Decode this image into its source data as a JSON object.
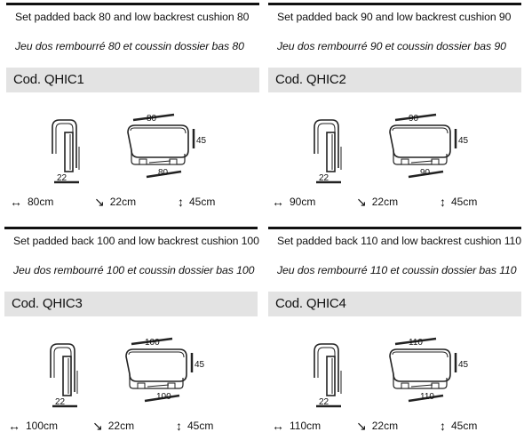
{
  "products": [
    {
      "title": "Set padded back 80 and low backrest cushion 80",
      "subtitle": "Jeu dos rembourré 80 et coussin dossier bas 80",
      "code": "Cod. QHIC1",
      "side_depth_label": "22",
      "top_width_label": "80",
      "bottom_width_label": "80",
      "height_label": "45",
      "width_text": "80cm",
      "depth_text": "22cm",
      "height_text": "45cm"
    },
    {
      "title": "Set padded back 90 and low backrest cushion 90",
      "subtitle": "Jeu dos rembourré 90 et coussin dossier bas 90",
      "code": "Cod. QHIC2",
      "side_depth_label": "22",
      "top_width_label": "90",
      "bottom_width_label": "90",
      "height_label": "45",
      "width_text": "90cm",
      "depth_text": "22cm",
      "height_text": "45cm"
    },
    {
      "title": "Set padded back 100 and low backrest cushion 100",
      "subtitle": "Jeu dos rembourré 100 et coussin dossier bas 100",
      "code": "Cod. QHIC3",
      "side_depth_label": "22",
      "top_width_label": "100",
      "bottom_width_label": "100",
      "height_label": "45",
      "width_text": "100cm",
      "depth_text": "22cm",
      "height_text": "45cm"
    },
    {
      "title": "Set padded back 110 and low backrest cushion 110",
      "subtitle": "Jeu dos rembourré 110 et coussin dossier bas 110",
      "code": "Cod. QHIC4",
      "side_depth_label": "22",
      "top_width_label": "110",
      "bottom_width_label": "110",
      "height_label": "45",
      "width_text": "110cm",
      "depth_text": "22cm",
      "height_text": "45cm"
    }
  ],
  "icons": {
    "width": "width-arrow-icon",
    "depth": "depth-arrow-icon",
    "height": "height-arrow-icon"
  },
  "colors": {
    "rule": "#111111",
    "code_band": "#e3e3e3"
  }
}
